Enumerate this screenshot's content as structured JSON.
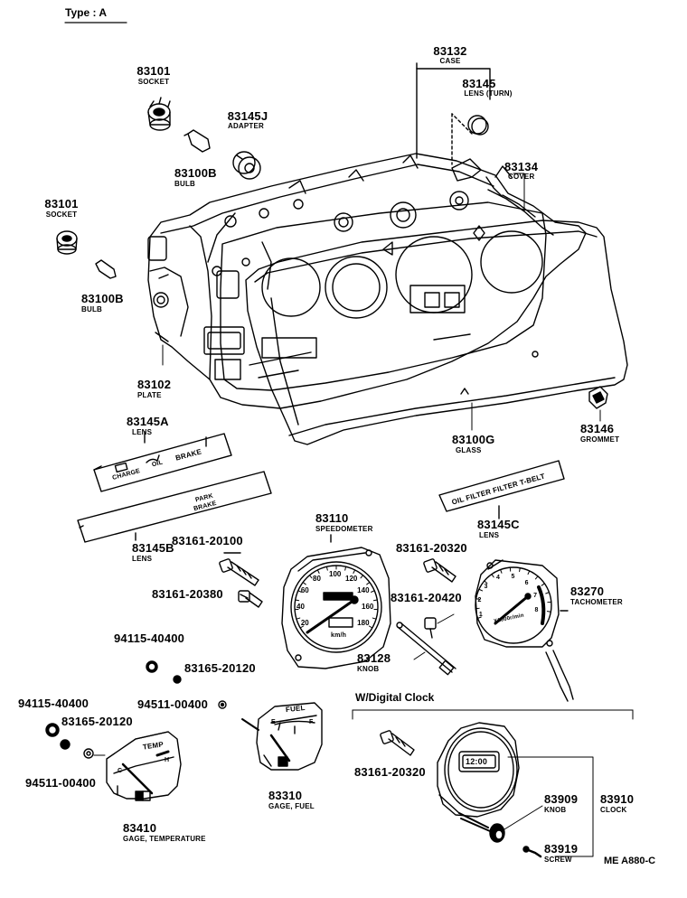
{
  "header": {
    "type_label": "Type : A"
  },
  "section": {
    "digital_clock": "W/Digital Clock"
  },
  "footer": {
    "ref_code": "ME A880-C"
  },
  "parts": {
    "socket_top": {
      "number": "83101",
      "name": "SOCKET"
    },
    "socket_left": {
      "number": "83101",
      "name": "SOCKET"
    },
    "bulb_top": {
      "number": "83100B",
      "name": "BULB"
    },
    "bulb_left": {
      "number": "83100B",
      "name": "BULB"
    },
    "adapter": {
      "number": "83145J",
      "name": "ADAPTER"
    },
    "case": {
      "number": "83132",
      "name": "CASE"
    },
    "lens_turn": {
      "number": "83145",
      "name": "LENS (TURN)"
    },
    "cover": {
      "number": "83134",
      "name": "COVER"
    },
    "plate": {
      "number": "83102",
      "name": "PLATE"
    },
    "glass": {
      "number": "83100G",
      "name": "GLASS"
    },
    "grommet": {
      "number": "83146",
      "name": "GROMMET"
    },
    "lens_a": {
      "number": "83145A",
      "name": "LENS"
    },
    "lens_b": {
      "number": "83145B",
      "name": "LENS"
    },
    "lens_c": {
      "number": "83145C",
      "name": "LENS"
    },
    "speedometer": {
      "number": "83110",
      "name": "SPEEDOMETER"
    },
    "tachometer": {
      "number": "83270",
      "name": "TACHOMETER"
    },
    "screw_20100": {
      "number": "83161-20100"
    },
    "screw_20380": {
      "number": "83161-20380"
    },
    "screw_20320_top": {
      "number": "83161-20320"
    },
    "screw_20420": {
      "number": "83161-20420"
    },
    "knob": {
      "number": "83128",
      "name": "KNOB"
    },
    "nut_94115_a": {
      "number": "94115-40400"
    },
    "nut_94115_b": {
      "number": "94115-40400"
    },
    "washer_83165_a": {
      "number": "83165-20120"
    },
    "washer_83165_b": {
      "number": "83165-20120"
    },
    "washer_94511_a": {
      "number": "94511-00400"
    },
    "washer_94511_b": {
      "number": "94511-00400"
    },
    "gage_fuel": {
      "number": "83310",
      "name": "GAGE, FUEL"
    },
    "gage_temp": {
      "number": "83410",
      "name": "GAGE, TEMPERATURE"
    },
    "screw_20320_clock": {
      "number": "83161-20320"
    },
    "clock_knob": {
      "number": "83909",
      "name": "KNOB"
    },
    "clock": {
      "number": "83910",
      "name": "CLOCK"
    },
    "clock_screw": {
      "number": "83919",
      "name": "SCREW"
    }
  },
  "dial_text": {
    "lens_a_charge": "CHARGE",
    "lens_a_oil": "OIL",
    "lens_a_brake": "BRAKE",
    "lens_b_park": "PARK",
    "lens_b_brake": "BRAKE",
    "lens_c_text": "OIL FILTER FILTER T-BELT",
    "speedo_unit": "km/h",
    "tacho_unit": "X1000r/min",
    "fuel_label": "FUEL",
    "fuel_e": "E",
    "fuel_f": "F",
    "temp_label": "TEMP",
    "temp_c": "C",
    "temp_h": "H",
    "clock_display": "12:00",
    "speedo_numbers": [
      "20",
      "40",
      "60",
      "80",
      "100",
      "120",
      "140",
      "160",
      "180"
    ],
    "tacho_numbers": [
      "1",
      "2",
      "3",
      "4",
      "5",
      "6",
      "7",
      "8"
    ]
  }
}
